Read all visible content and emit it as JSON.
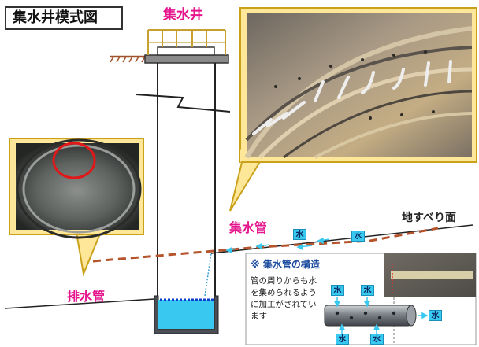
{
  "title": "集水井模式図",
  "labels": {
    "well": "集水井",
    "collector_pipe": "集水管",
    "drain_pipe": "排水管",
    "slip_surface": "地すべり面"
  },
  "water_chip": "水",
  "note": {
    "heading": "※ 集水管の構造",
    "body": "管の周りからも水を集められるように加工がされています"
  },
  "colors": {
    "label_magenta": "#e6148c",
    "water_blue": "#38c8f0",
    "slip_line": "#b5532b",
    "note_heading_blue": "#1a4a9e",
    "callout_fill": "#ffe79a",
    "callout_border": "#c9a11a"
  }
}
